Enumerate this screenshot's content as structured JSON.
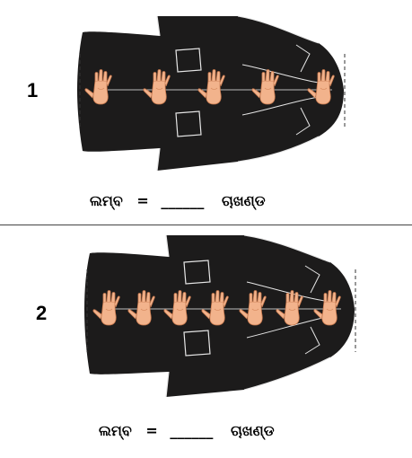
{
  "panels": [
    {
      "number": "1",
      "measure_label": "ଲମ୍ବ",
      "equals": "=",
      "blank": "______",
      "unit": "ଚାଖଣ୍ଡ",
      "hand_count": 5
    },
    {
      "number": "2",
      "measure_label": "ଲମ୍ବ",
      "equals": "=",
      "blank": "______",
      "unit": "ଚାଖଣ୍ଡ",
      "hand_count": 7
    }
  ],
  "colors": {
    "coat": "#1c1b1b",
    "coat_outline": "#e6e6e6",
    "hand": "#f2b38c",
    "hand_shade": "#d98e63"
  },
  "icons": [
    "coat-illustration",
    "hand-span-icon"
  ]
}
